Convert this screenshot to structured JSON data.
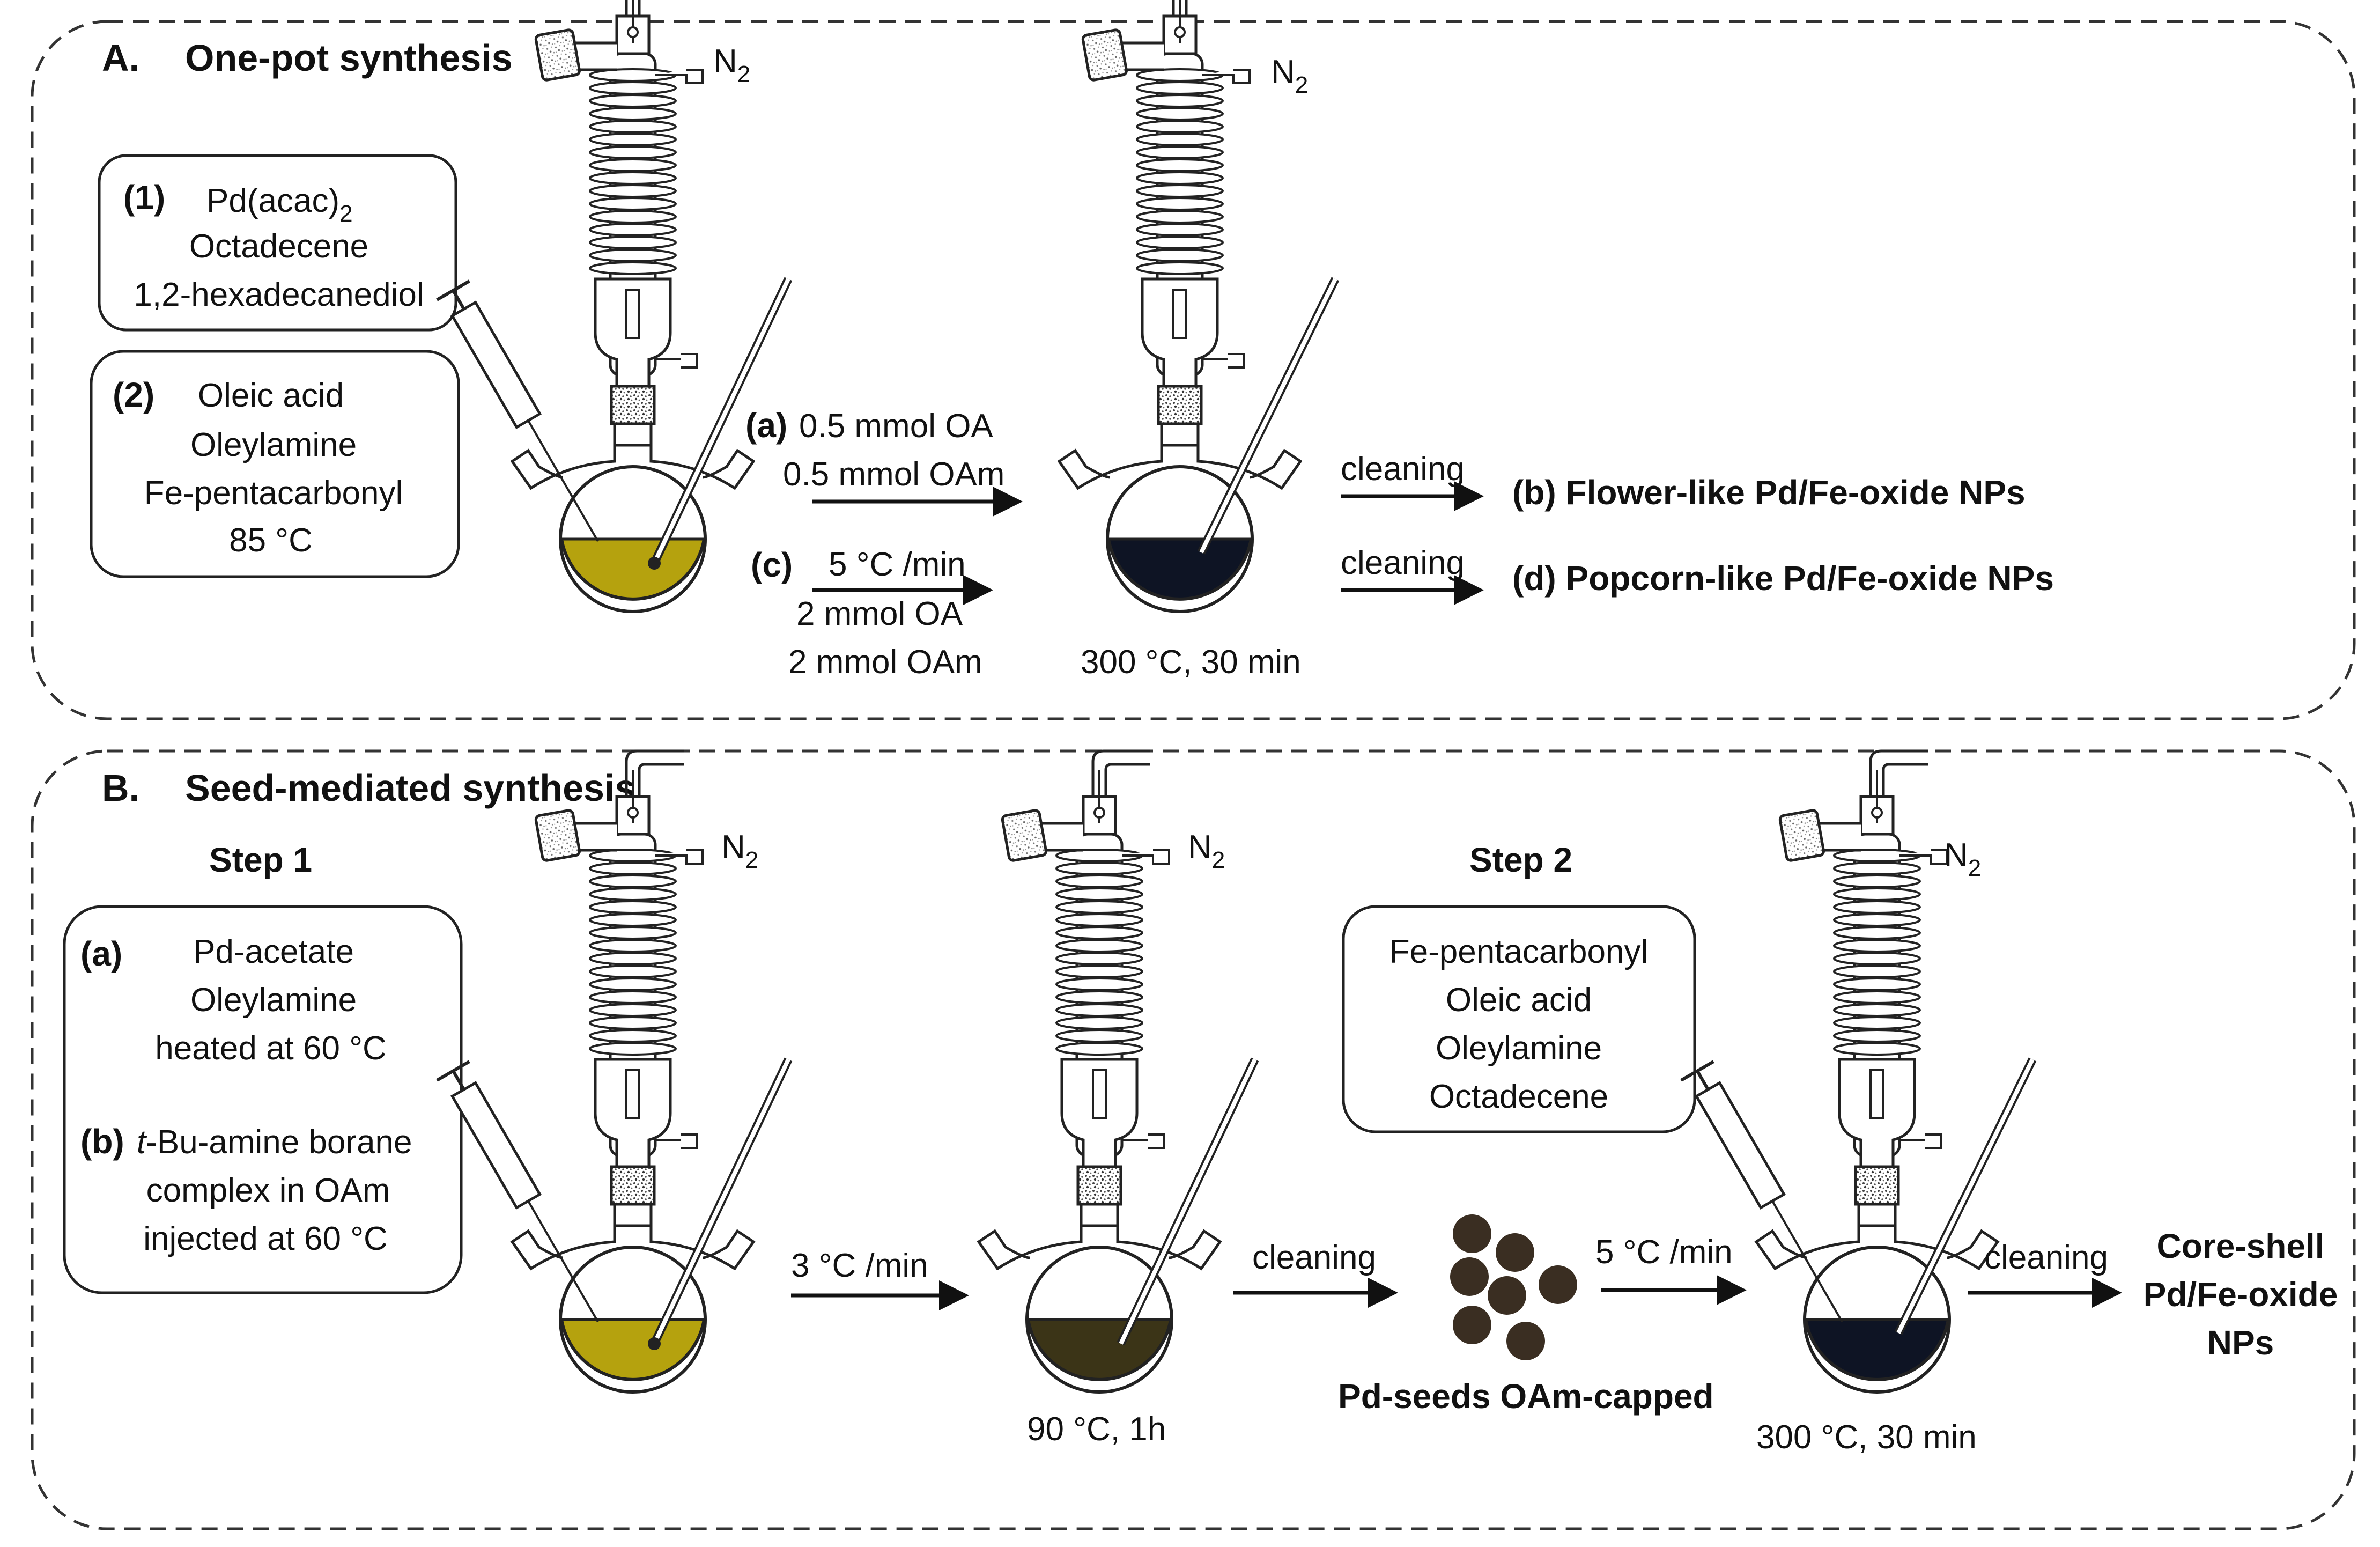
{
  "panel_a": {
    "label": "A.",
    "title": "One-pot synthesis",
    "gas_1": "N",
    "gas_1_sub": "2",
    "gas_2": "N",
    "gas_2_sub": "2",
    "box1": {
      "tag": "(1)",
      "line1": "Pd(acac)",
      "line1_sub": "2",
      "line2": "Octadecene",
      "line3": "1,2-hexadecanediol"
    },
    "box2": {
      "tag": "(2)",
      "line1": "Oleic acid",
      "line2": "Oleylamine",
      "line3": "Fe-pentacarbonyl",
      "line4": "85 °C"
    },
    "route_a": {
      "tag": "(a)",
      "line1": "0.5 mmol OA",
      "line2": "0.5 mmol OAm"
    },
    "route_c": {
      "tag": "(c)",
      "line1": "5 °C /min",
      "line2": "2 mmol OA",
      "line3": "2 mmol OAm"
    },
    "condition": "300 °C, 30 min",
    "cleaning_1": "cleaning",
    "cleaning_2": "cleaning",
    "product_b": "(b) Flower-like Pd/Fe-oxide NPs",
    "product_d": "(d) Popcorn-like Pd/Fe-oxide NPs"
  },
  "panel_b": {
    "label": "B.",
    "title": "Seed-mediated synthesis",
    "step1": "Step 1",
    "step2": "Step 2",
    "gas_1": "N",
    "gas_1_sub": "2",
    "gas_2": "N",
    "gas_2_sub": "2",
    "gas_3": "N",
    "gas_3_sub": "2",
    "box_a": {
      "tag": "(a)",
      "line1": "Pd-acetate",
      "line2": "Oleylamine",
      "line3": "heated at 60 °C"
    },
    "box_b": {
      "tag": "(b)",
      "line1_italic": "t",
      "line1_rest": "-Bu-amine borane",
      "line2": "complex in OAm",
      "line3": "injected at 60 °C"
    },
    "ramp_1": "3 °C /min",
    "condition_1": "90 °C, 1h",
    "cleaning_1": "cleaning",
    "seeds_label": "Pd-seeds OAm-capped",
    "ramp_2": "5 °C /min",
    "box_step2": {
      "line1": "Fe-pentacarbonyl",
      "line2": "Oleic acid",
      "line3": "Oleylamine",
      "line4": "Octadecene"
    },
    "condition_2": "300 °C, 30 min",
    "cleaning_2": "cleaning",
    "product_line1": "Core-shell",
    "product_line2": "Pd/Fe-oxide",
    "product_line3": "NPs"
  },
  "colors": {
    "olive": "#b5a20e",
    "dark_olive": "#3b3417",
    "dark_blue": "#0e1424",
    "seed": "#3a2e22"
  }
}
